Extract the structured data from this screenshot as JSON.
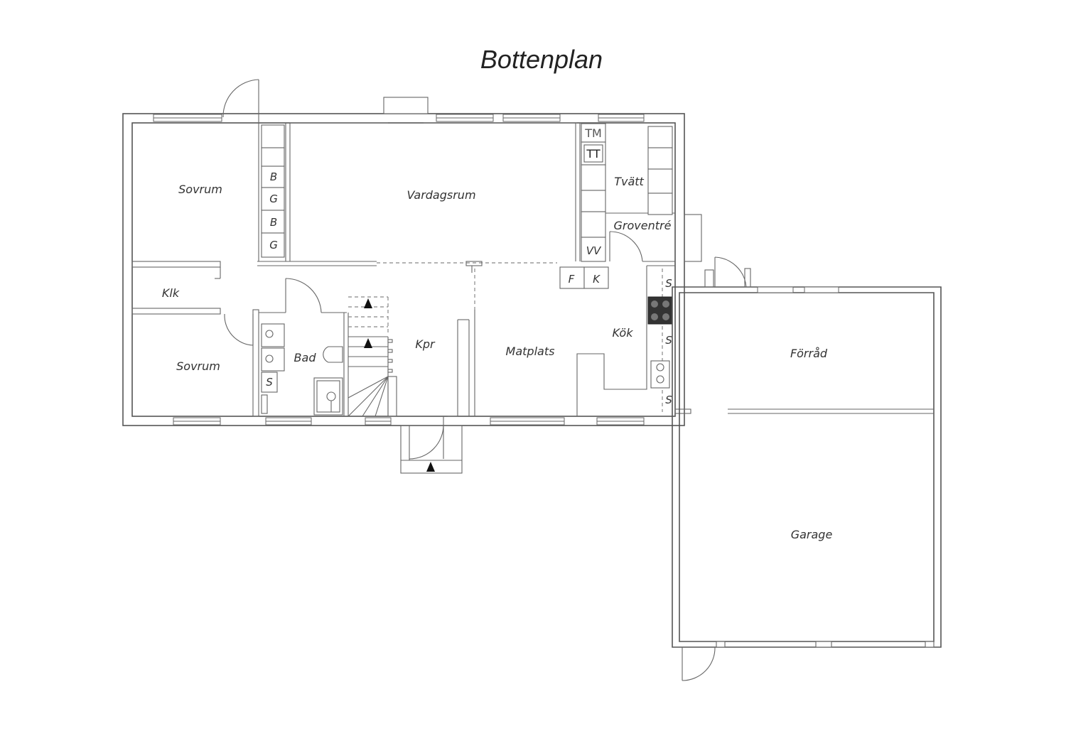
{
  "title": "Bottenplan",
  "rooms": {
    "sovrum_1": "Sovrum",
    "sovrum_2": "Sovrum",
    "klk": "Klk",
    "vardagsrum": "Vardagsrum",
    "bad": "Bad",
    "kpr": "Kpr",
    "matplats": "Matplats",
    "kok": "Kök",
    "tvatt": "Tvätt",
    "groventre": "Groventré",
    "forrad": "Förråd",
    "garage": "Garage"
  },
  "closets": [
    "B",
    "G",
    "B",
    "G"
  ],
  "appliances": {
    "tm": "TM",
    "tt": "TT",
    "vv": "VV",
    "f": "F",
    "k": "K",
    "s_kok_1": "S",
    "s_kok_2": "S",
    "s_kok_3": "S",
    "s_bad": "S"
  }
}
